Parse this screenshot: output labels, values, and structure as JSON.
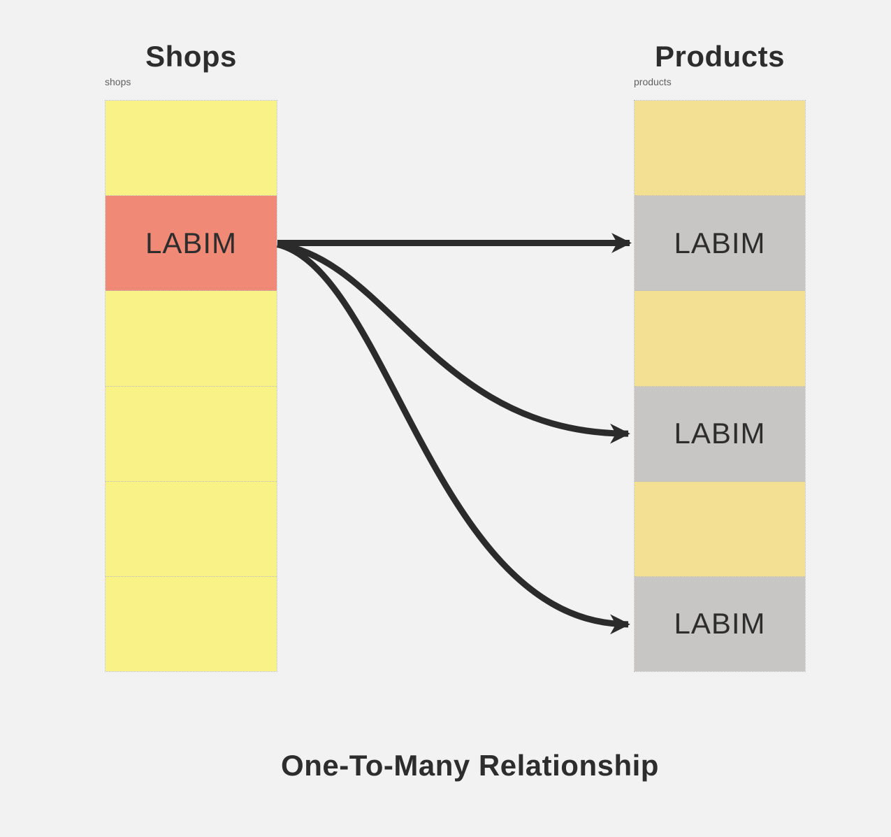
{
  "diagram": {
    "caption": "One-To-Many Relationship",
    "left_table": {
      "title": "Shops",
      "name_label": "shops",
      "rows": [
        {
          "label": "",
          "variant": "default"
        },
        {
          "label": "LABIM",
          "variant": "source"
        },
        {
          "label": "",
          "variant": "default"
        },
        {
          "label": "",
          "variant": "default"
        },
        {
          "label": "",
          "variant": "default"
        },
        {
          "label": "",
          "variant": "default"
        }
      ]
    },
    "right_table": {
      "title": "Products",
      "name_label": "products",
      "rows": [
        {
          "label": "",
          "variant": "default"
        },
        {
          "label": "LABIM",
          "variant": "target"
        },
        {
          "label": "",
          "variant": "default"
        },
        {
          "label": "LABIM",
          "variant": "target"
        },
        {
          "label": "",
          "variant": "default"
        },
        {
          "label": "LABIM",
          "variant": "target"
        }
      ]
    },
    "connections": [
      {
        "from_row": 1,
        "to_row": 1
      },
      {
        "from_row": 1,
        "to_row": 3
      },
      {
        "from_row": 1,
        "to_row": 5
      }
    ],
    "colors": {
      "background": "#f2f2f2",
      "left_row": "#f9f287",
      "left_source_row": "#f08a76",
      "right_row": "#f3e093",
      "right_target_row": "#c7c6c4",
      "arrow": "#2b2b2b",
      "text_dark": "#2d2d2d",
      "label_gray": "#5f5f5f",
      "cell_border": "#bdbdbd"
    }
  }
}
